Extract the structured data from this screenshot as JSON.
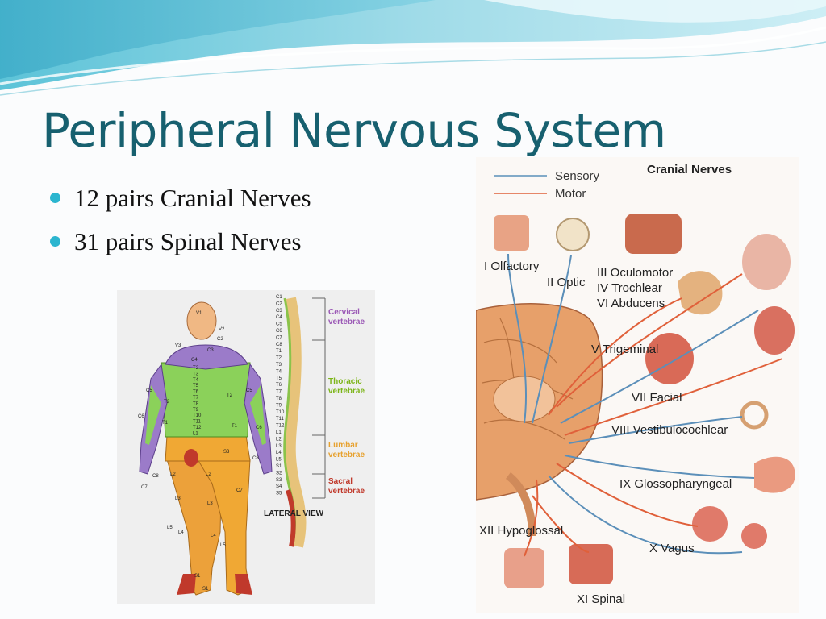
{
  "slide": {
    "title": "Peripheral Nervous System",
    "bullets": [
      "12 pairs Cranial Nerves",
      "31 pairs Spinal Nerves"
    ],
    "accent_color": "#17606f",
    "bullet_color": "#2bb5cf"
  },
  "dermatome_figure": {
    "lateral_view_label": "LATERAL VIEW",
    "regions": [
      {
        "name": "Cervical",
        "sub": "vertebrae",
        "color": "#9b59b6"
      },
      {
        "name": "Thoracic",
        "sub": "vertebrae",
        "color": "#7cb518"
      },
      {
        "name": "Lumbar",
        "sub": "vertebrae",
        "color": "#e7a12e"
      },
      {
        "name": "Sacral",
        "sub": "vertebrae",
        "color": "#c0392b"
      }
    ],
    "spine_labels": [
      "C1",
      "C2",
      "C3",
      "C4",
      "C5",
      "C6",
      "C7",
      "C8",
      "T1",
      "T2",
      "T3",
      "T4",
      "T5",
      "T6",
      "T7",
      "T8",
      "T9",
      "T10",
      "T11",
      "T12",
      "L1",
      "L2",
      "L3",
      "L4",
      "L5",
      "S1",
      "S2",
      "S3",
      "S4",
      "S5"
    ],
    "body_labels": {
      "head": [
        "V1",
        "V2",
        "V3"
      ],
      "neck": [
        "C2",
        "C3",
        "C4"
      ],
      "trunk": [
        "T2",
        "T3",
        "T4",
        "T5",
        "T6",
        "T7",
        "T8",
        "T9",
        "T10",
        "T11",
        "T12",
        "L1"
      ],
      "arms": [
        "C5",
        "C5",
        "C6",
        "C6",
        "T2",
        "T2",
        "T1",
        "T1",
        "C7",
        "C7",
        "C8",
        "C8",
        "S3"
      ],
      "legs": [
        "L2",
        "L2",
        "L3",
        "L3",
        "L4",
        "L4",
        "L5",
        "L5",
        "S1",
        "S1"
      ]
    }
  },
  "cranial_figure": {
    "title": "Cranial Nerves",
    "legend": [
      {
        "label": "Sensory",
        "color": "#5b8fb9"
      },
      {
        "label": "Motor",
        "color": "#e0603a"
      }
    ],
    "nerves": [
      "I Olfactory",
      "II Optic",
      "III Oculomotor",
      "IV Trochlear",
      "VI Abducens",
      "V Trigeminal",
      "VII Facial",
      "VIII Vestibulocochlear",
      "IX Glossopharyngeal",
      "X Vagus",
      "XII Hypoglossal",
      "XI Spinal"
    ]
  }
}
